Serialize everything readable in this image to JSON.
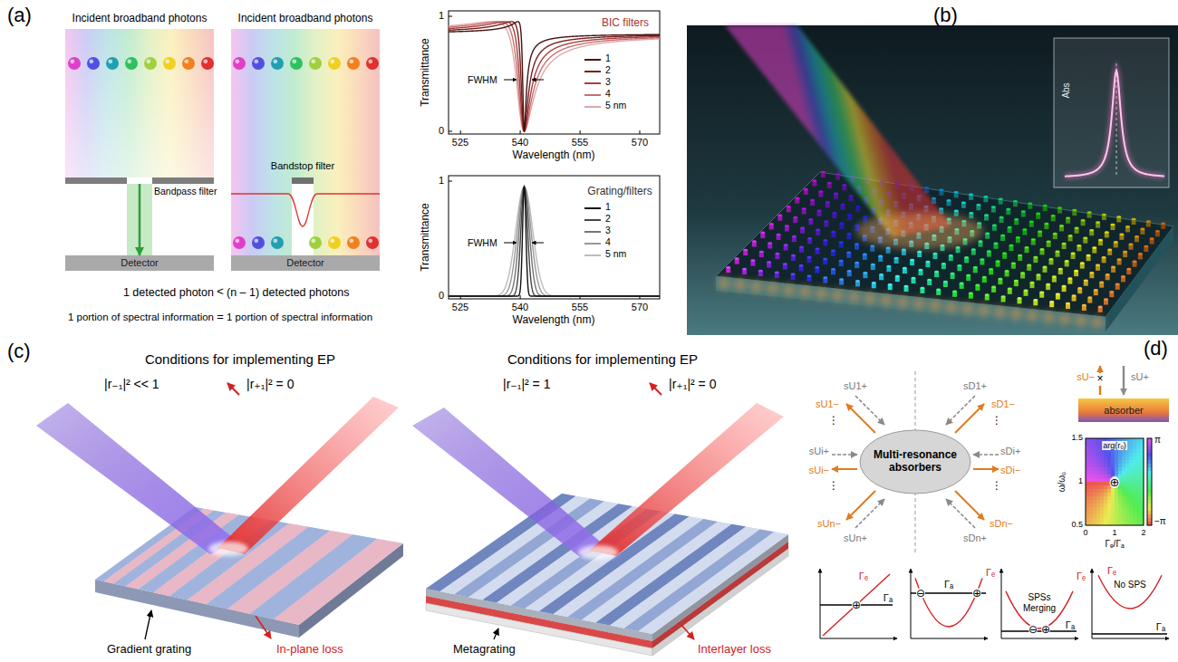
{
  "diagram": {
    "nodes": [
      {
        "text": [
          "Bandpass filter"
        ]
      },
      {
        "text": [
          "Detector"
        ]
      },
      {
        "text": [
          "Bandstop filter"
        ]
      },
      {
        "text": [
          "Detector"
        ]
      },
      {
        "text": [
          "Multi-resonance absorbers"
        ]
      },
      {
        "text": [
          "absorber"
        ]
      }
    ],
    "edges": [
      {
        "from": 0,
        "to": 1,
        "arrow": "to"
      }
    ],
    "labels": [
      "(a)",
      "Incident broadband photons",
      "Incident broadband photons",
      "1 detected photon",
      "<",
      "(n – 1) detected photons",
      "1 portion of spectral information",
      "=",
      "1 portion of spectral information",
      "Transmittance",
      "1",
      "0",
      "525",
      "540",
      "555",
      "570",
      "Wavelength (nm)",
      "BIC filters",
      "FWHM",
      "Transmittance",
      "1",
      "0",
      "525",
      "540",
      "555",
      "570",
      "Wavelength (nm)",
      "Grating/filters",
      "FWHM",
      "(b)",
      "Abs",
      "(c)",
      "Conditions for implementing EP",
      "|r₋₁|² << 1",
      "|r₊₁|² = 0",
      "Gradient grating",
      "In-plane loss",
      "Conditions for implementing EP",
      "|r₋₁|² = 1",
      "|r₊₁|² = 0",
      "Metagrating",
      "Interlayer loss",
      "(d)",
      "sU1+",
      "sU1−",
      "sD1−",
      "sD1+",
      "sUi+",
      "sUi−",
      "sDi+",
      "sDi−",
      "sUn+",
      "sUn−",
      "sDn+",
      "sDn−",
      "⋮",
      "⋮",
      "⋮",
      "⋮",
      "sU−",
      "sU+",
      "×",
      "arg(r₀)",
      "π",
      "−π",
      "1.5",
      "1",
      "0.5",
      "0",
      "1",
      "2",
      "ω/ω₀",
      "Γₑ/Γₐ",
      "⊕",
      "Γₑ",
      "Γₐ",
      "⊕",
      "Γₐ",
      "Γₑ",
      "⊖",
      "⊕",
      "Γₑ",
      "Γₐ",
      "SPSs Merging",
      "⊖",
      "⊕",
      "Γₑ",
      "No SPS",
      "Γₐ"
    ],
    "legend": [
      {
        "text": "1"
      },
      {
        "text": "2"
      },
      {
        "text": "3"
      },
      {
        "text": "4"
      },
      {
        "text": "5 nm"
      },
      {
        "text": "1"
      },
      {
        "text": "2"
      },
      {
        "text": "3"
      },
      {
        "text": "4"
      },
      {
        "text": "5 nm"
      }
    ]
  }
}
